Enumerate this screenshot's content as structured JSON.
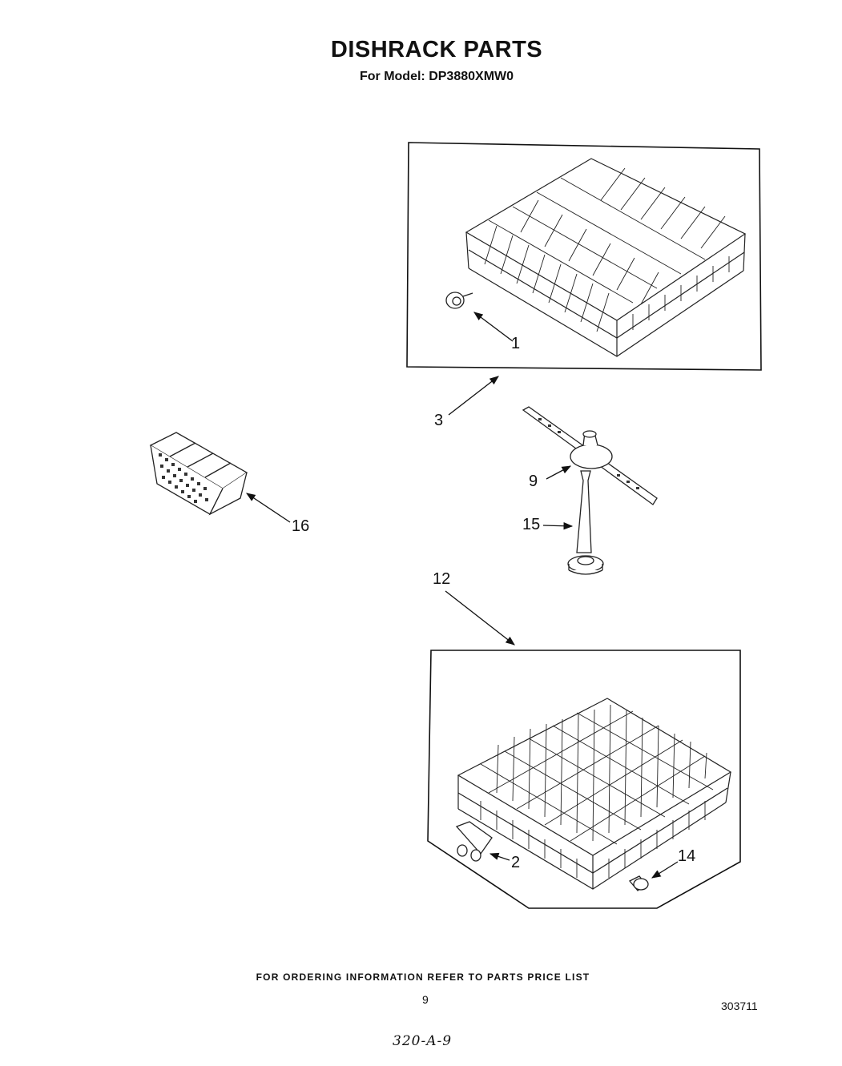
{
  "header": {
    "title": "DISHRACK PARTS",
    "model_line": "For Model: DP3880XMW0"
  },
  "callouts": {
    "c1": "1",
    "c3": "3",
    "c9": "9",
    "c15": "15",
    "c16": "16",
    "c12": "12",
    "c2": "2",
    "c14": "14"
  },
  "footer": {
    "ordering_note": "FOR ORDERING INFORMATION REFER TO PARTS PRICE LIST",
    "page_number": "9",
    "document_number": "303711",
    "handwritten_note": "320-A-9"
  }
}
